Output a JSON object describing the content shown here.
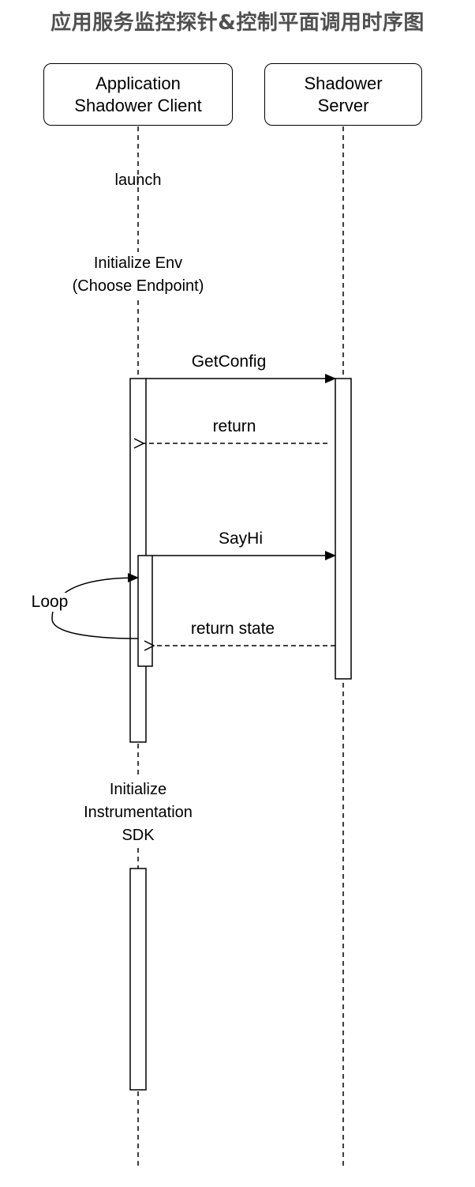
{
  "title": "应用服务监控探针&控制平面调用时序图",
  "participants": {
    "client": {
      "line1": "Application",
      "line2": "Shadower Client"
    },
    "server": {
      "line1": "Shadower",
      "line2": "Server"
    }
  },
  "notes": {
    "launch": "launch",
    "init_env_line1": "Initialize Env",
    "init_env_line2": "(Choose Endpoint)",
    "init_sdk_line1": "Initialize",
    "init_sdk_line2": "Instrumentation",
    "init_sdk_line3": "SDK"
  },
  "messages": {
    "get_config": "GetConfig",
    "return": "return",
    "say_hi": "SayHi",
    "return_state": "return state"
  },
  "loop_label": "Loop"
}
